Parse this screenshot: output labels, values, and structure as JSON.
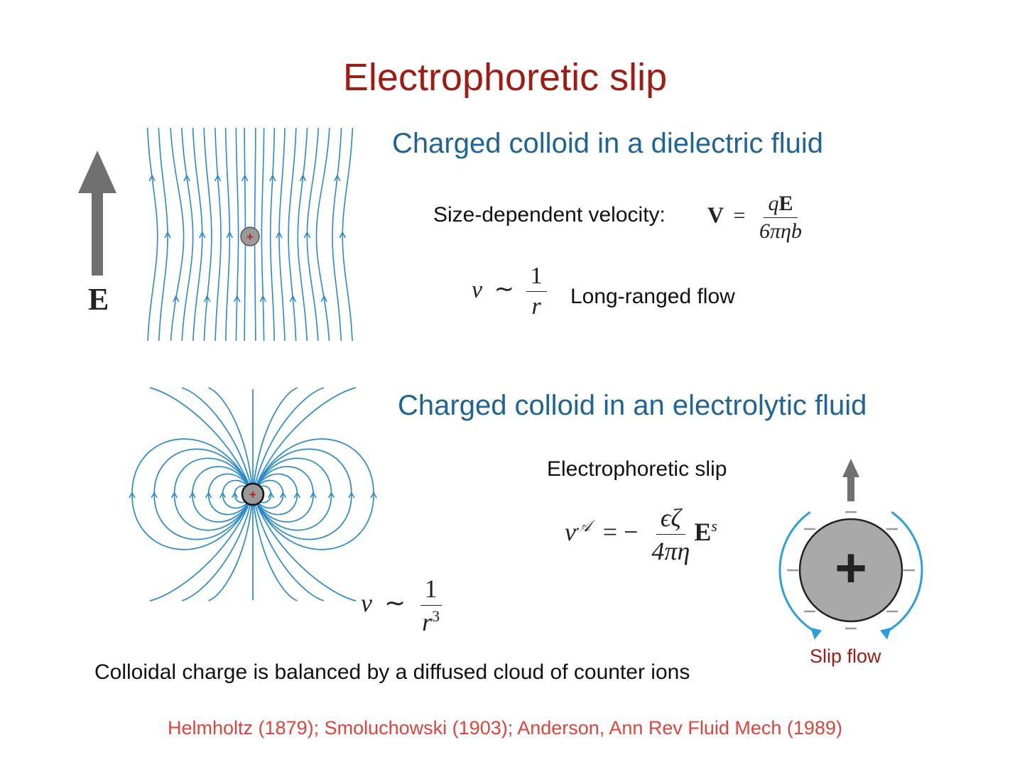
{
  "title": "Electrophoretic slip",
  "panel_top": {
    "heading": "Charged colloid in a dielectric fluid",
    "field_label": "E",
    "velocity_label": "Size-dependent velocity:",
    "velocity_lhs": "V",
    "velocity_num_q": "q",
    "velocity_num_E": "E",
    "velocity_den": "6πηb",
    "scaling_v": "v",
    "scaling_sim": "∼",
    "scaling_num": "1",
    "scaling_den": "r",
    "flow_label": "Long-ranged flow",
    "colloid_sign": "+"
  },
  "panel_bottom": {
    "heading": "Charged colloid in an electrolytic fluid",
    "slip_title": "Electrophoretic slip",
    "eq_v": "v",
    "eq_sup": "𝒜",
    "eq_rel": "= −",
    "eq_num": "ϵζ",
    "eq_den": "4πη",
    "eq_E": "E",
    "eq_E_sup": "s",
    "scaling_v": "v",
    "scaling_sim": "∼",
    "scaling_num": "1",
    "scaling_den": "r",
    "scaling_den_sup": "3",
    "colloid_sign": "+",
    "big_sign": "+",
    "slip_flow_label": "Slip flow"
  },
  "caption": "Colloidal charge is balanced by a diffused cloud of counter ions",
  "references": "Helmholtz  (1879); Smoluchowski (1903); Anderson, Ann Rev Fluid Mech (1989)",
  "colors": {
    "title": "#a01c12",
    "heading": "#1f6496",
    "streamline": "#2a8ad0",
    "arrow_gray": "#707070",
    "reference": "#e0433a"
  }
}
